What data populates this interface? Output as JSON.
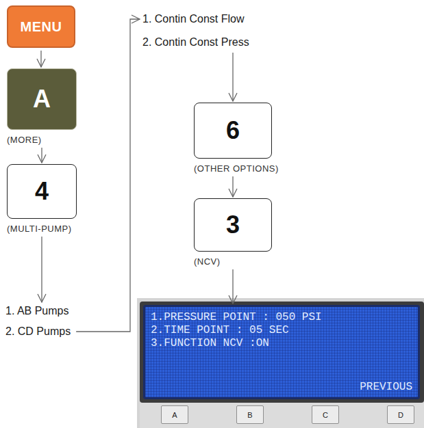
{
  "diagram": {
    "nodes": [
      {
        "text": [
          "MENU"
        ]
      },
      {
        "text": [
          "A",
          "(MORE)"
        ]
      },
      {
        "text": [
          "4",
          "(MULTI-PUMP)"
        ]
      },
      {
        "text": [
          "1. AB Pumps",
          "2. CD Pumps"
        ]
      },
      {
        "text": [
          "1. Contin Const Flow",
          "2. Contin Const Press"
        ]
      },
      {
        "text": [
          "6",
          "(OTHER OPTIONS)"
        ]
      },
      {
        "text": [
          "3",
          "(NCV)"
        ]
      },
      {
        "text": [
          "1.PRESSURE POINT : 050 PSI",
          "2.TIME POINT : 05 SEC",
          "3.FUNCTION NCV :ON",
          "PREVIOUS"
        ]
      },
      {
        "text": [
          "A"
        ]
      },
      {
        "text": [
          "B"
        ]
      },
      {
        "text": [
          "C"
        ]
      },
      {
        "text": [
          "D"
        ]
      }
    ],
    "edges": [
      {
        "from": 0,
        "to": 1,
        "arrow": "to"
      },
      {
        "from": 1,
        "to": 2,
        "arrow": "to"
      },
      {
        "from": 2,
        "to": 3,
        "arrow": "to"
      },
      {
        "from": 3,
        "to": 4,
        "arrow": "to"
      },
      {
        "from": 4,
        "to": 5,
        "arrow": "to"
      },
      {
        "from": 5,
        "to": 6,
        "arrow": "to"
      },
      {
        "from": 6,
        "to": 7,
        "arrow": "to"
      }
    ]
  }
}
